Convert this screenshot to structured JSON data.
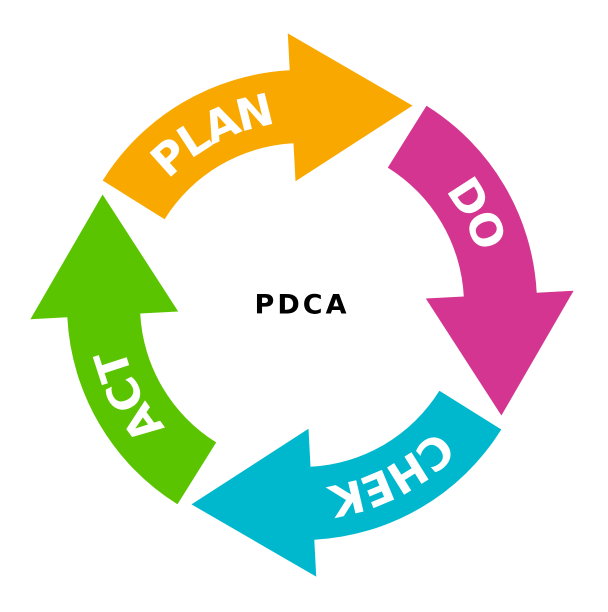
{
  "title": "PDCA",
  "steps": [
    {
      "label": "PLAN",
      "color": "#F9A800"
    },
    {
      "label": "DO",
      "color": "#D33591"
    },
    {
      "label": "CHEK",
      "color": "#00B8CE"
    },
    {
      "label": "ACT",
      "color": "#5BC400"
    }
  ]
}
